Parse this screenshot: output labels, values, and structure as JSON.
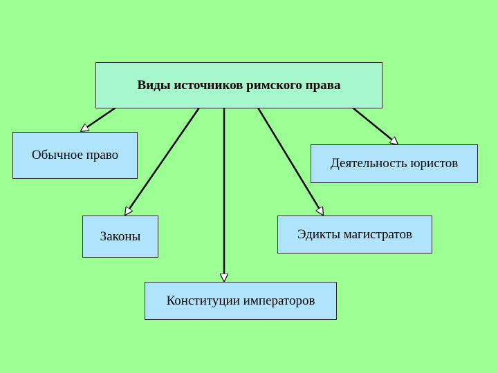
{
  "diagram": {
    "root": {
      "label": "Виды источников римского права"
    },
    "children": [
      {
        "id": "customary",
        "label": "Обычное право"
      },
      {
        "id": "laws",
        "label": "Законы"
      },
      {
        "id": "constitutions",
        "label": "Конституции императоров"
      },
      {
        "id": "edicts",
        "label": "Эдикты магистратов"
      },
      {
        "id": "jurists",
        "label": "Деятельность юристов"
      }
    ],
    "colors": {
      "background": "#9cff94",
      "root_fill": "#a6f8cc",
      "child_fill": "#b0e4fc",
      "stroke": "#000000"
    }
  }
}
